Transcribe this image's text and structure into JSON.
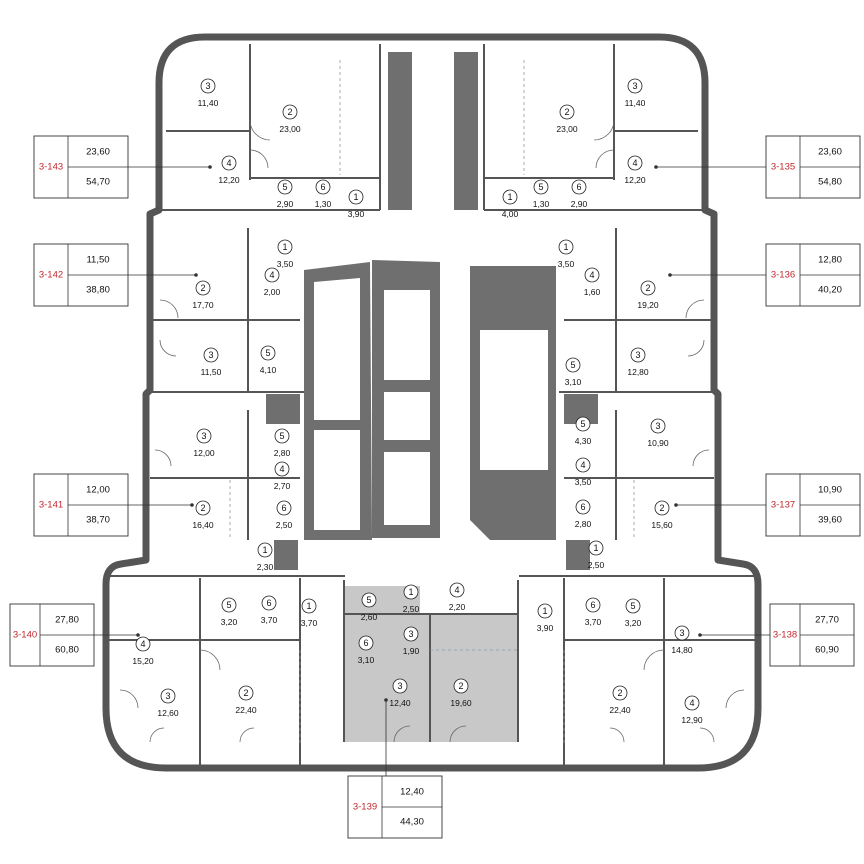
{
  "apartments": [
    {
      "code": "3-143",
      "living": "23,60",
      "total": "54,70"
    },
    {
      "code": "3-142",
      "living": "11,50",
      "total": "38,80"
    },
    {
      "code": "3-141",
      "living": "12,00",
      "total": "38,70"
    },
    {
      "code": "3-140",
      "living": "27,80",
      "total": "60,80"
    },
    {
      "code": "3-139",
      "living": "12,40",
      "total": "44,30"
    },
    {
      "code": "3-138",
      "living": "27,70",
      "total": "60,90"
    },
    {
      "code": "3-137",
      "living": "10,90",
      "total": "39,60"
    },
    {
      "code": "3-136",
      "living": "12,80",
      "total": "40,20"
    },
    {
      "code": "3-135",
      "living": "23,60",
      "total": "54,80"
    }
  ],
  "rooms": [
    {
      "n": "3",
      "a": "11,40"
    },
    {
      "n": "2",
      "a": "23,00"
    },
    {
      "n": "4",
      "a": "12,20"
    },
    {
      "n": "5",
      "a": "2,90"
    },
    {
      "n": "6",
      "a": "1,30"
    },
    {
      "n": "1",
      "a": "3,90"
    },
    {
      "n": "3",
      "a": "11,40"
    },
    {
      "n": "2",
      "a": "23,00"
    },
    {
      "n": "4",
      "a": "12,20"
    },
    {
      "n": "1",
      "a": "4,00"
    },
    {
      "n": "5",
      "a": "1,30"
    },
    {
      "n": "6",
      "a": "2,90"
    },
    {
      "n": "1",
      "a": "3,50"
    },
    {
      "n": "4",
      "a": "2,00"
    },
    {
      "n": "2",
      "a": "17,70"
    },
    {
      "n": "3",
      "a": "11,50"
    },
    {
      "n": "5",
      "a": "4,10"
    },
    {
      "n": "1",
      "a": "3,50"
    },
    {
      "n": "4",
      "a": "1,60"
    },
    {
      "n": "2",
      "a": "19,20"
    },
    {
      "n": "3",
      "a": "12,80"
    },
    {
      "n": "5",
      "a": "3,10"
    },
    {
      "n": "3",
      "a": "12,00"
    },
    {
      "n": "5",
      "a": "2,80"
    },
    {
      "n": "4",
      "a": "2,70"
    },
    {
      "n": "2",
      "a": "16,40"
    },
    {
      "n": "6",
      "a": "2,50"
    },
    {
      "n": "1",
      "a": "2,30"
    },
    {
      "n": "3",
      "a": "10,90"
    },
    {
      "n": "5",
      "a": "4,30"
    },
    {
      "n": "4",
      "a": "3,50"
    },
    {
      "n": "2",
      "a": "15,60"
    },
    {
      "n": "6",
      "a": "2,80"
    },
    {
      "n": "1",
      "a": "2,50"
    },
    {
      "n": "5",
      "a": "3,20"
    },
    {
      "n": "6",
      "a": "3,70"
    },
    {
      "n": "1",
      "a": "3,70"
    },
    {
      "n": "4",
      "a": "15,20"
    },
    {
      "n": "3",
      "a": "12,60"
    },
    {
      "n": "2",
      "a": "22,40"
    },
    {
      "n": "5",
      "a": "2,60"
    },
    {
      "n": "1",
      "a": "2,50"
    },
    {
      "n": "4",
      "a": "2,20"
    },
    {
      "n": "6",
      "a": "3,10"
    },
    {
      "n": "3",
      "a": "1,90"
    },
    {
      "n": "3",
      "a": "12,40"
    },
    {
      "n": "2",
      "a": "19,60"
    },
    {
      "n": "1",
      "a": "3,90"
    },
    {
      "n": "6",
      "a": "3,70"
    },
    {
      "n": "5",
      "a": "3,20"
    },
    {
      "n": "3",
      "a": "14,80"
    },
    {
      "n": "2",
      "a": "22,40"
    },
    {
      "n": "4",
      "a": "12,90"
    }
  ]
}
